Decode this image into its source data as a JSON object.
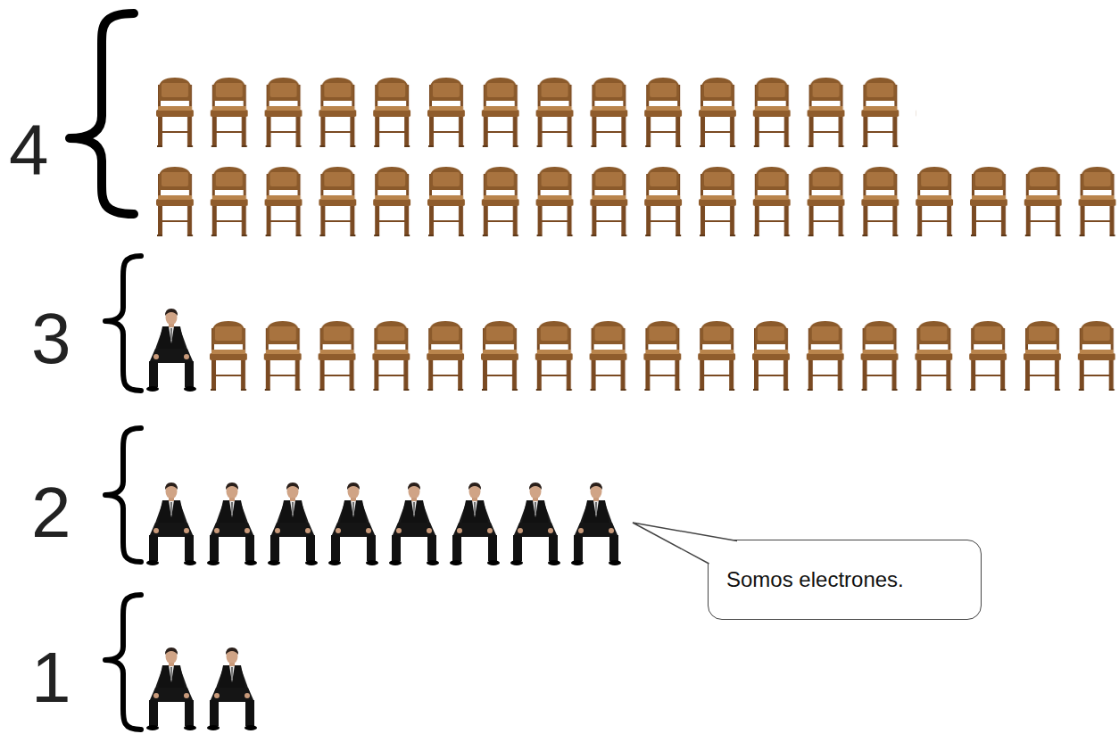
{
  "diagram": {
    "nodes": [
      {
        "text": [
          "Somos electrones."
        ]
      }
    ],
    "labels": [
      "4",
      "3",
      "2",
      "1"
    ]
  }
}
